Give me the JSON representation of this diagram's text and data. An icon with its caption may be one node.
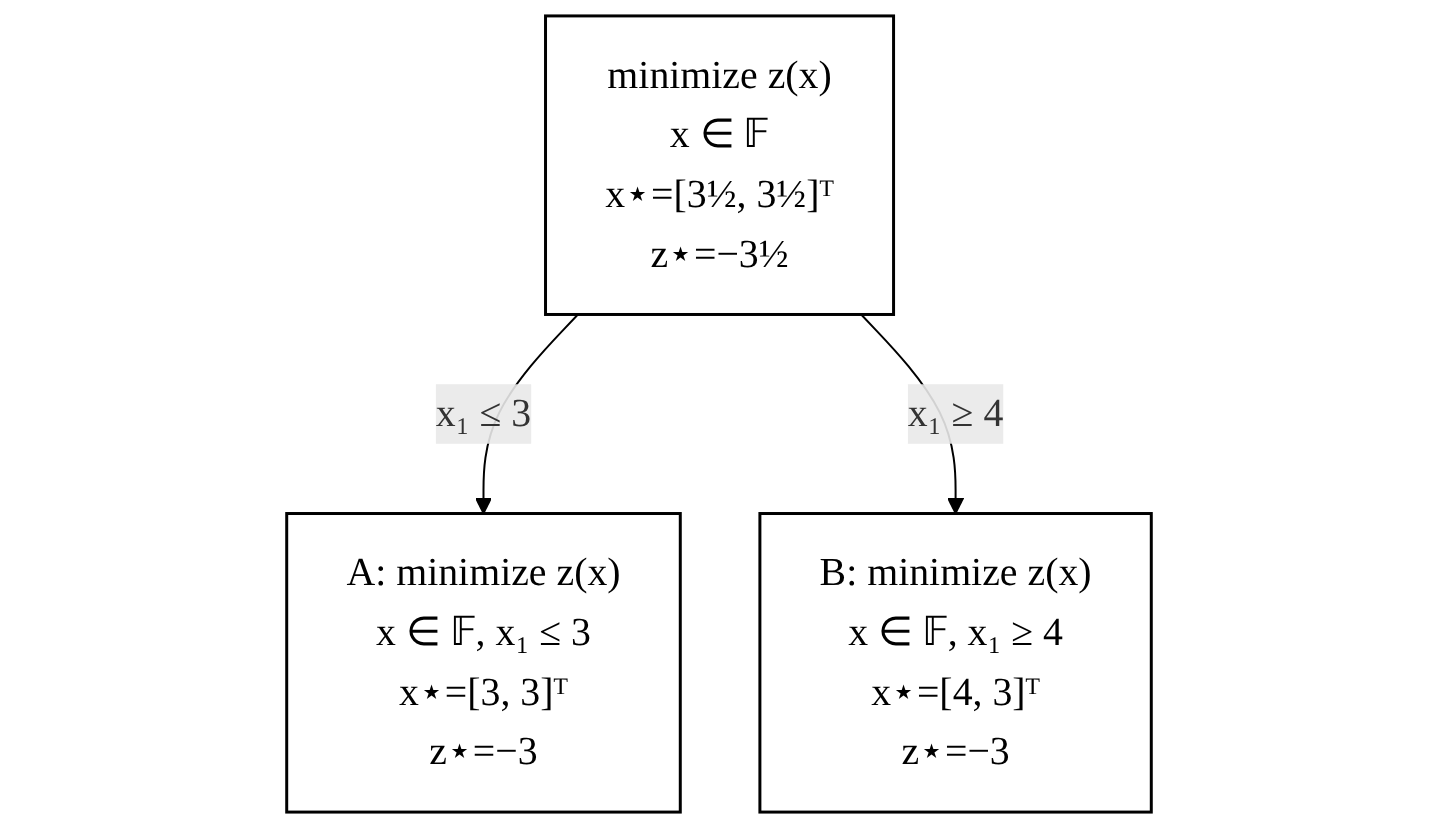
{
  "diagram": {
    "nodes": [
      {
        "text": [
          "minimize z(x)",
          "x ∈ 𝔽",
          "x⋆=[3½, 3½]ᵀ",
          "z⋆=−3½"
        ]
      },
      {
        "text": [
          "A: minimize z(x)",
          "x ∈ 𝔽, x₁ ≤ 3",
          "x⋆=[3, 3]ᵀ",
          "z⋆=−3"
        ]
      },
      {
        "text": [
          "B: minimize z(x)",
          "x ∈ 𝔽, x₁ ≥ 4",
          "x⋆=[4, 3]ᵀ",
          "z⋆=−3"
        ]
      }
    ],
    "edges": [
      {
        "from": 0,
        "to": 1,
        "arrow": "to",
        "label": "x₁ ≤ 3"
      },
      {
        "from": 0,
        "to": 2,
        "arrow": "to",
        "label": "x₁ ≥ 4"
      }
    ]
  }
}
